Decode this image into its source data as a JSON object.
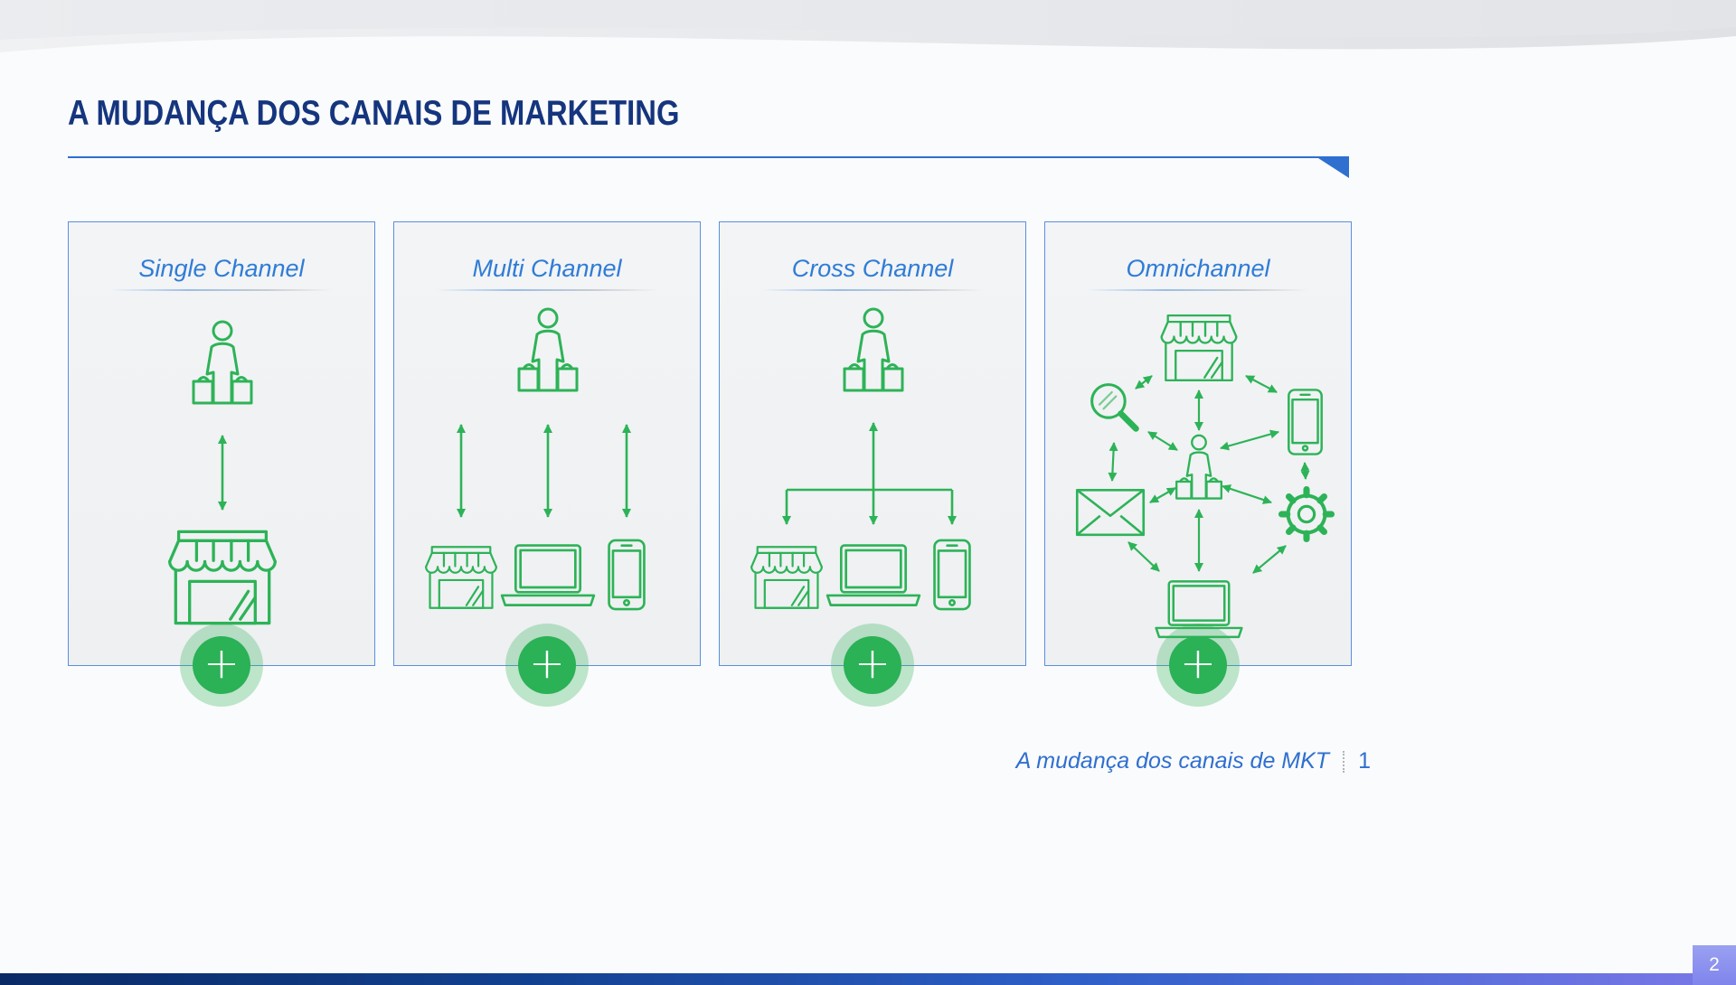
{
  "title": "A MUDANÇA DOS CANAIS DE MARKETING",
  "cards": [
    {
      "title": "Single Channel"
    },
    {
      "title": "Multi Channel"
    },
    {
      "title": "Cross Channel"
    },
    {
      "title": "Omnichannel"
    }
  ],
  "ui": {
    "plus_label": "+"
  },
  "footer": {
    "caption": "A mudança dos canais de MKT",
    "page_number": "1",
    "slide_badge": "2"
  },
  "diagrams": {
    "single_channel": [
      "person-shopper",
      "two-way-arrow",
      "store"
    ],
    "multi_channel": [
      "person-shopper",
      "two-way-arrow-x3",
      "store",
      "laptop",
      "smartphone"
    ],
    "cross_channel": [
      "person-shopper",
      "branching-arrows",
      "store",
      "laptop",
      "smartphone"
    ],
    "omnichannel": [
      "store",
      "magnifier",
      "smartphone",
      "person-shopper",
      "envelope",
      "gear",
      "laptop",
      "network-of-two-way-arrows"
    ]
  },
  "colors": {
    "title_navy": "#15357E",
    "accent_blue": "#2F7CD6",
    "icon_green": "#2DB357",
    "card_border": "#5A90DE",
    "bar_gradient_start": "#0A2A66",
    "bar_gradient_end": "#7C79E8",
    "badge_periwinkle": "#8A8FF0"
  }
}
